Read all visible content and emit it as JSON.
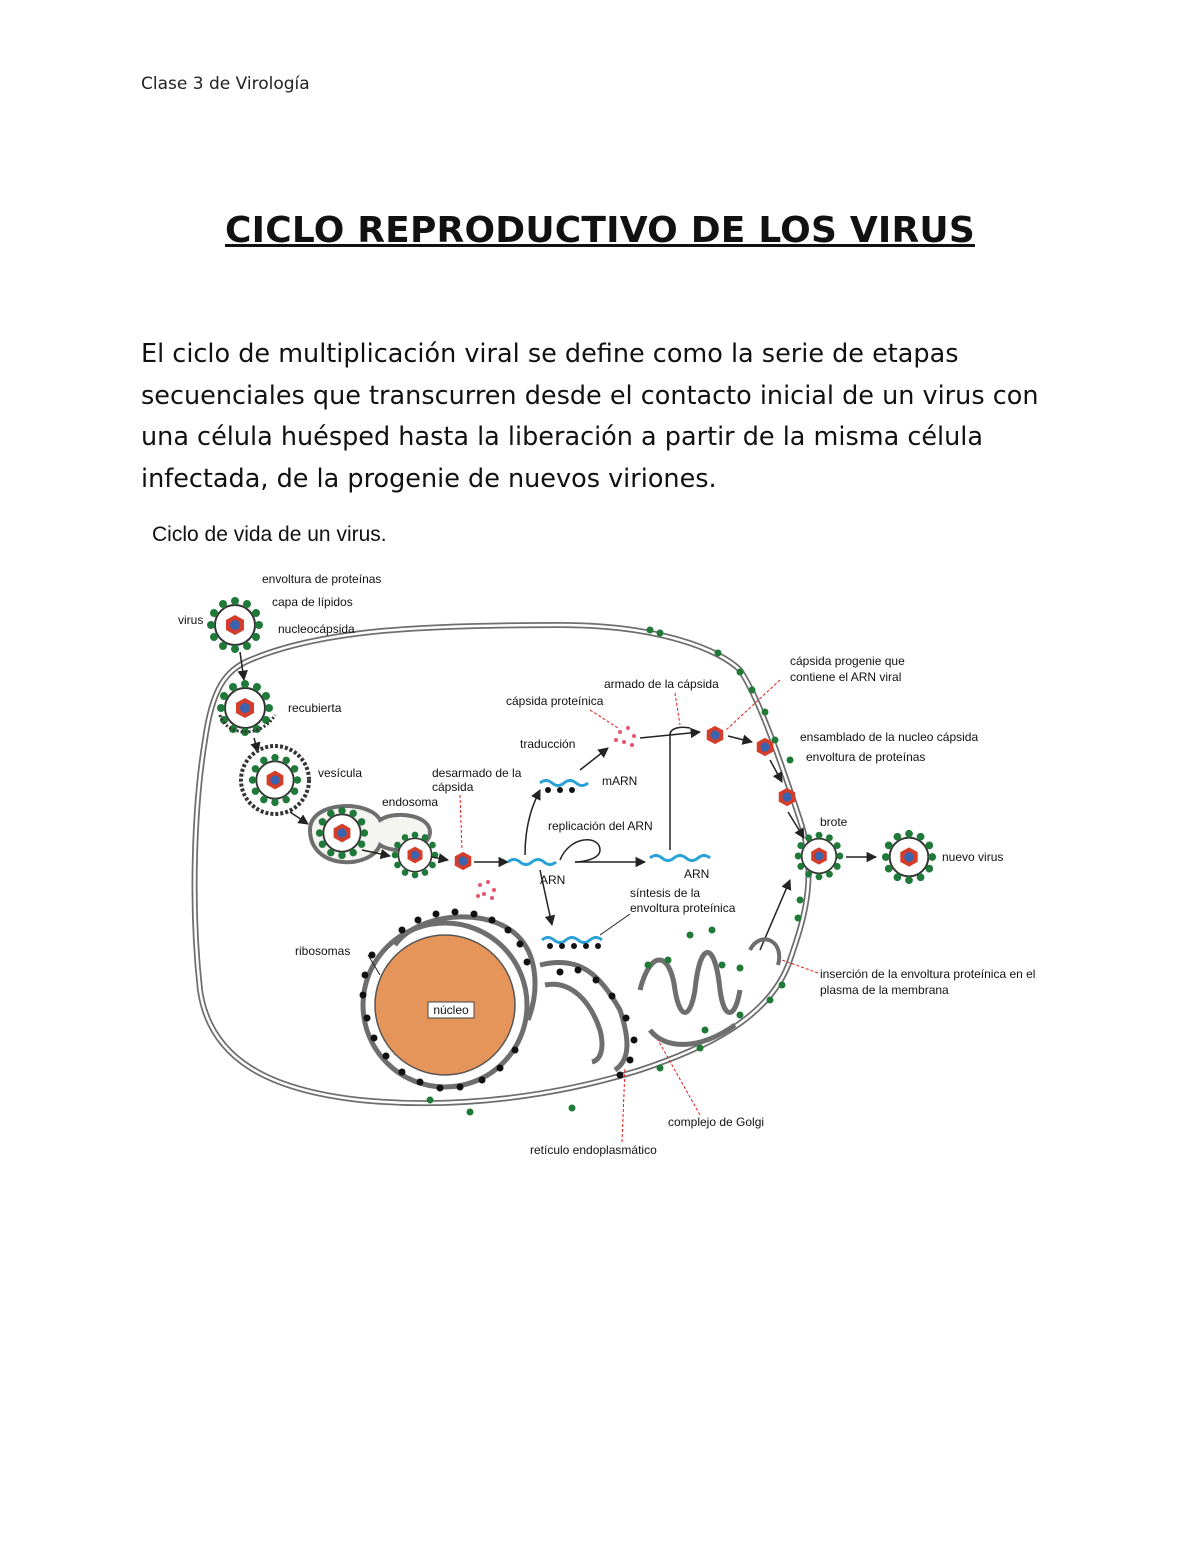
{
  "header": {
    "text": "Clase 3 de Virología"
  },
  "title": "CICLO REPRODUCTIVO DE LOS VIRUS",
  "paragraph": "El ciclo de multiplicación viral se define como la serie de etapas secuenciales que transcurren desde el contacto inicial de un virus con una célula huésped hasta la liberación a partir de la misma célula infectada, de la progenie de nuevos viriones.",
  "figure": {
    "caption": "Ciclo de vida de un virus.",
    "labels": {
      "envoltura": "envoltura de proteínas",
      "capa_lipidos": "capa de lípidos",
      "nucleocapsida": "nucleocápsida",
      "virus": "virus",
      "recubierta": "recubierta",
      "vesicula": "vesícula",
      "endosoma": "endosoma",
      "desarmado_1": "desarmado de la",
      "desarmado_2": "cápsida",
      "capsida_proteinica": "cápsida proteínica",
      "armado": "armado de la cápsida",
      "traduccion": "traducción",
      "marn": "mARN",
      "replicacion": "replicación del ARN",
      "arn_left": "ARN",
      "arn_right": "ARN",
      "capsida_progenie_1": "cápsida progenie que",
      "capsida_progenie_2": "contiene el ARN viral",
      "ensamblado": "ensamblado de la nucleo cápsida",
      "envoltura_prot": "envoltura de proteínas",
      "brote": "brote",
      "nuevo_virus": "nuevo virus",
      "sintesis_1": "síntesis de la",
      "sintesis_2": "envoltura proteínica",
      "ribosomas": "ribosomas",
      "nucleo": "núcleo",
      "insercion_1": "inserción de la envoltura proteínica en el",
      "insercion_2": "plasma de la membrana",
      "golgi": "complejo de Golgi",
      "reticulo": "retículo endoplasmático"
    }
  },
  "colors": {
    "membrane": "#6e6e6e",
    "membrane_fill": "#f1f1ee",
    "spike_green": "#1f7a3a",
    "capsid_red": "#d43d2a",
    "core_blue": "#3a63b0",
    "rna_blue": "#2aa1d6",
    "nucleus_fill": "#e6955a",
    "ribosome": "#111111",
    "pointer_red": "#e31b1b"
  }
}
